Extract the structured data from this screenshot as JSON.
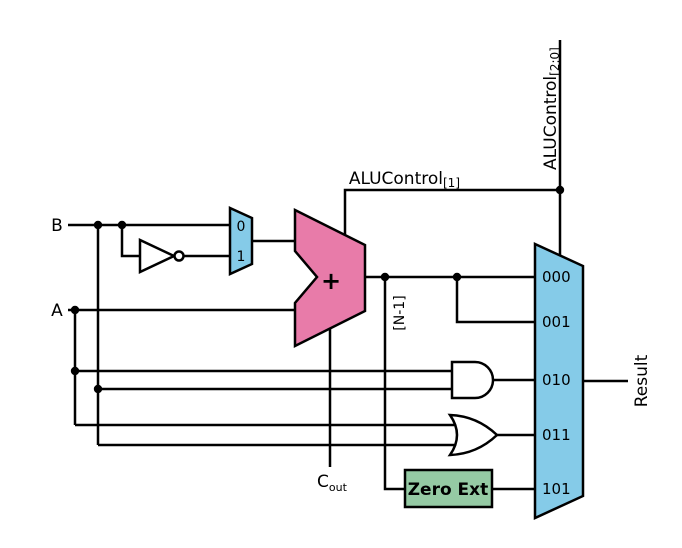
{
  "figure": {
    "colors": {
      "adder_fill": "#e87ba9",
      "mux_fill": "#85cbe8",
      "zero_ext_fill": "#95caa4",
      "wire": "#000000"
    },
    "labels": {
      "input_b": "B",
      "input_a": "A",
      "mux_in0": "0",
      "mux_in1": "1",
      "adder_plus": "+",
      "control_branch_main": "ALUControl",
      "control_branch_sub": "[1]",
      "control_bus_main": "ALUControl",
      "control_bus_sub": "[2:0]",
      "sum_msb": "[N-1]",
      "cout_main": "C",
      "cout_sub": "out",
      "zero_ext": "Zero Ext",
      "mux_in_000": "000",
      "mux_in_001": "001",
      "mux_in_010": "010",
      "mux_in_011": "011",
      "mux_in_101": "101",
      "result": "Result"
    }
  }
}
